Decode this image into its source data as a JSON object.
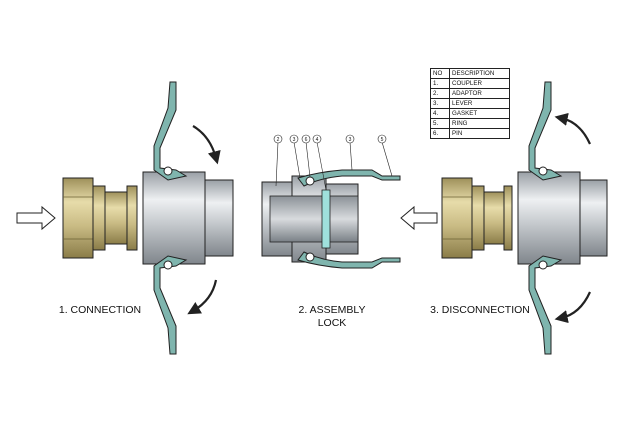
{
  "stages": {
    "connection": {
      "label": "1. CONNECTION"
    },
    "assembly": {
      "label_line1": "2. ASSEMBLY",
      "label_line2": "LOCK"
    },
    "disconnection": {
      "label": "3. DISCONNECTION"
    }
  },
  "legend": {
    "header": {
      "no": "NO",
      "description": "DESCRIPTION"
    },
    "rows": [
      {
        "no": "1.",
        "description": "COUPLER"
      },
      {
        "no": "2.",
        "description": "ADAPTOR"
      },
      {
        "no": "3.",
        "description": "LEVER"
      },
      {
        "no": "4.",
        "description": "GASKET"
      },
      {
        "no": "5.",
        "description": "RING"
      },
      {
        "no": "6.",
        "description": "PIN"
      }
    ]
  },
  "callouts": [
    "2",
    "3",
    "6",
    "4",
    "3",
    "5"
  ],
  "colors": {
    "lever": "#7fb5ae",
    "steel": "#c9cdd1",
    "brass": "#cfc28e",
    "gasket": "#9fe0dc",
    "outline": "#222222"
  }
}
